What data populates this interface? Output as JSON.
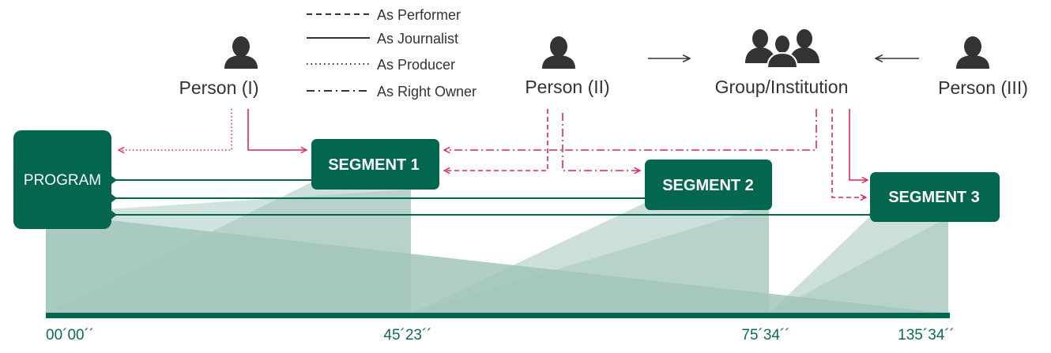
{
  "legend": {
    "performer": "As Performer",
    "journalist": "As Journalist",
    "producer": "As Producer",
    "right_owner": "As Right Owner"
  },
  "people": {
    "person1": "Person (I)",
    "person2": "Person (II)",
    "group": "Group/Institution",
    "person3": "Person (III)"
  },
  "program": "PROGRAM",
  "segments": [
    "SEGMENT 1",
    "SEGMENT 2",
    "SEGMENT 3"
  ],
  "timeline": [
    "00´00´´",
    "45´23´´",
    "75´34´´",
    "135´34´´"
  ],
  "colors": {
    "segment_fill": "#03664f",
    "relation_line": "#e0245e",
    "timeline_bar": "#03664f",
    "light_teal": "#cfe2dd",
    "mid_teal": "#a2c5bc",
    "text_gray": "#333333",
    "tick_text": "#0e6a52"
  },
  "icons": [
    "person-icon",
    "group-icon",
    "arrow-right-icon",
    "arrow-left-icon"
  ]
}
